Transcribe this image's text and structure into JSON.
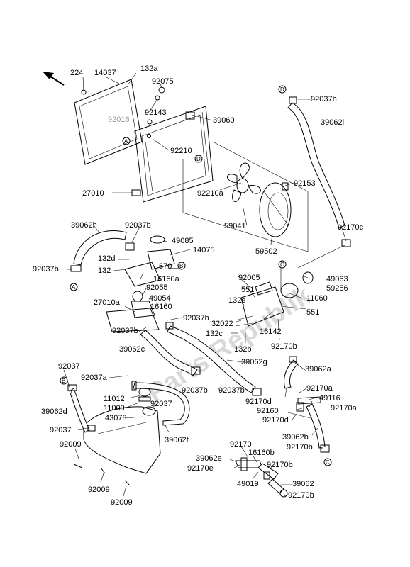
{
  "watermark": "Parts Republik",
  "labels": {
    "l224": "224",
    "l14037": "14037",
    "l132a": "132a",
    "l92075": "92075",
    "l92143": "92143",
    "l92016": "92016",
    "l39060": "39060",
    "l92210": "92210",
    "l27010": "27010",
    "l92210a": "92210a",
    "l92153": "92153",
    "l59041": "59041",
    "l59502": "59502",
    "l92037b_top": "92037b",
    "l39062i": "39062i",
    "l92170c": "92170c",
    "l39062h": "39062h",
    "l92037b_mid": "92037b",
    "l49085": "49085",
    "l14075": "14075",
    "l132d": "132d",
    "l670": "670",
    "l132": "132",
    "l92037b_left": "92037b",
    "l16160a": "16160a",
    "l92055": "92055",
    "l49054": "49054",
    "l16160": "16160",
    "l27010a": "27010a",
    "l92037b_c": "92037b",
    "l92037b_d": "92037b",
    "l39062c": "39062c",
    "l92005": "92005",
    "l551a": "551",
    "l49063": "49063",
    "l59256": "59256",
    "l11060": "11060",
    "l132e": "132e",
    "l551b": "551",
    "l32022": "32022",
    "l16142": "16142",
    "l132c": "132c",
    "l132b": "132b",
    "l92170b_mid": "92170b",
    "l39062g": "39062g",
    "l39062a": "39062a",
    "l92037b_e": "92037b",
    "l92037b_f": "92037b",
    "l92170d_a": "92170d",
    "l92170a_a": "92170a",
    "l49116": "49116",
    "l92160": "92160",
    "l92170a_b": "92170a",
    "l92170d_b": "92170d",
    "l92037": "92037",
    "l92037a": "92037a",
    "l11012": "11012",
    "l92037_b": "92037",
    "l11009": "11009",
    "l39062d": "39062d",
    "l43078": "43078",
    "l39062f": "39062f",
    "l92037_c": "92037",
    "l92009_a": "92009",
    "l92009_b": "92009",
    "l92009_c": "92009",
    "l39062b": "39062b",
    "l92170b_b": "92170b",
    "l92170": "92170",
    "l39062e": "39062e",
    "l16160b": "16160b",
    "l92170e": "92170e",
    "l92170b_c": "92170b",
    "l49019": "49019",
    "l39062": "39062",
    "l92170b_d": "92170b"
  },
  "callouts": {
    "A1": "A",
    "A2": "A",
    "B1": "B",
    "B2": "B",
    "C1": "C",
    "C2": "C",
    "D1": "D",
    "D2": "D"
  }
}
